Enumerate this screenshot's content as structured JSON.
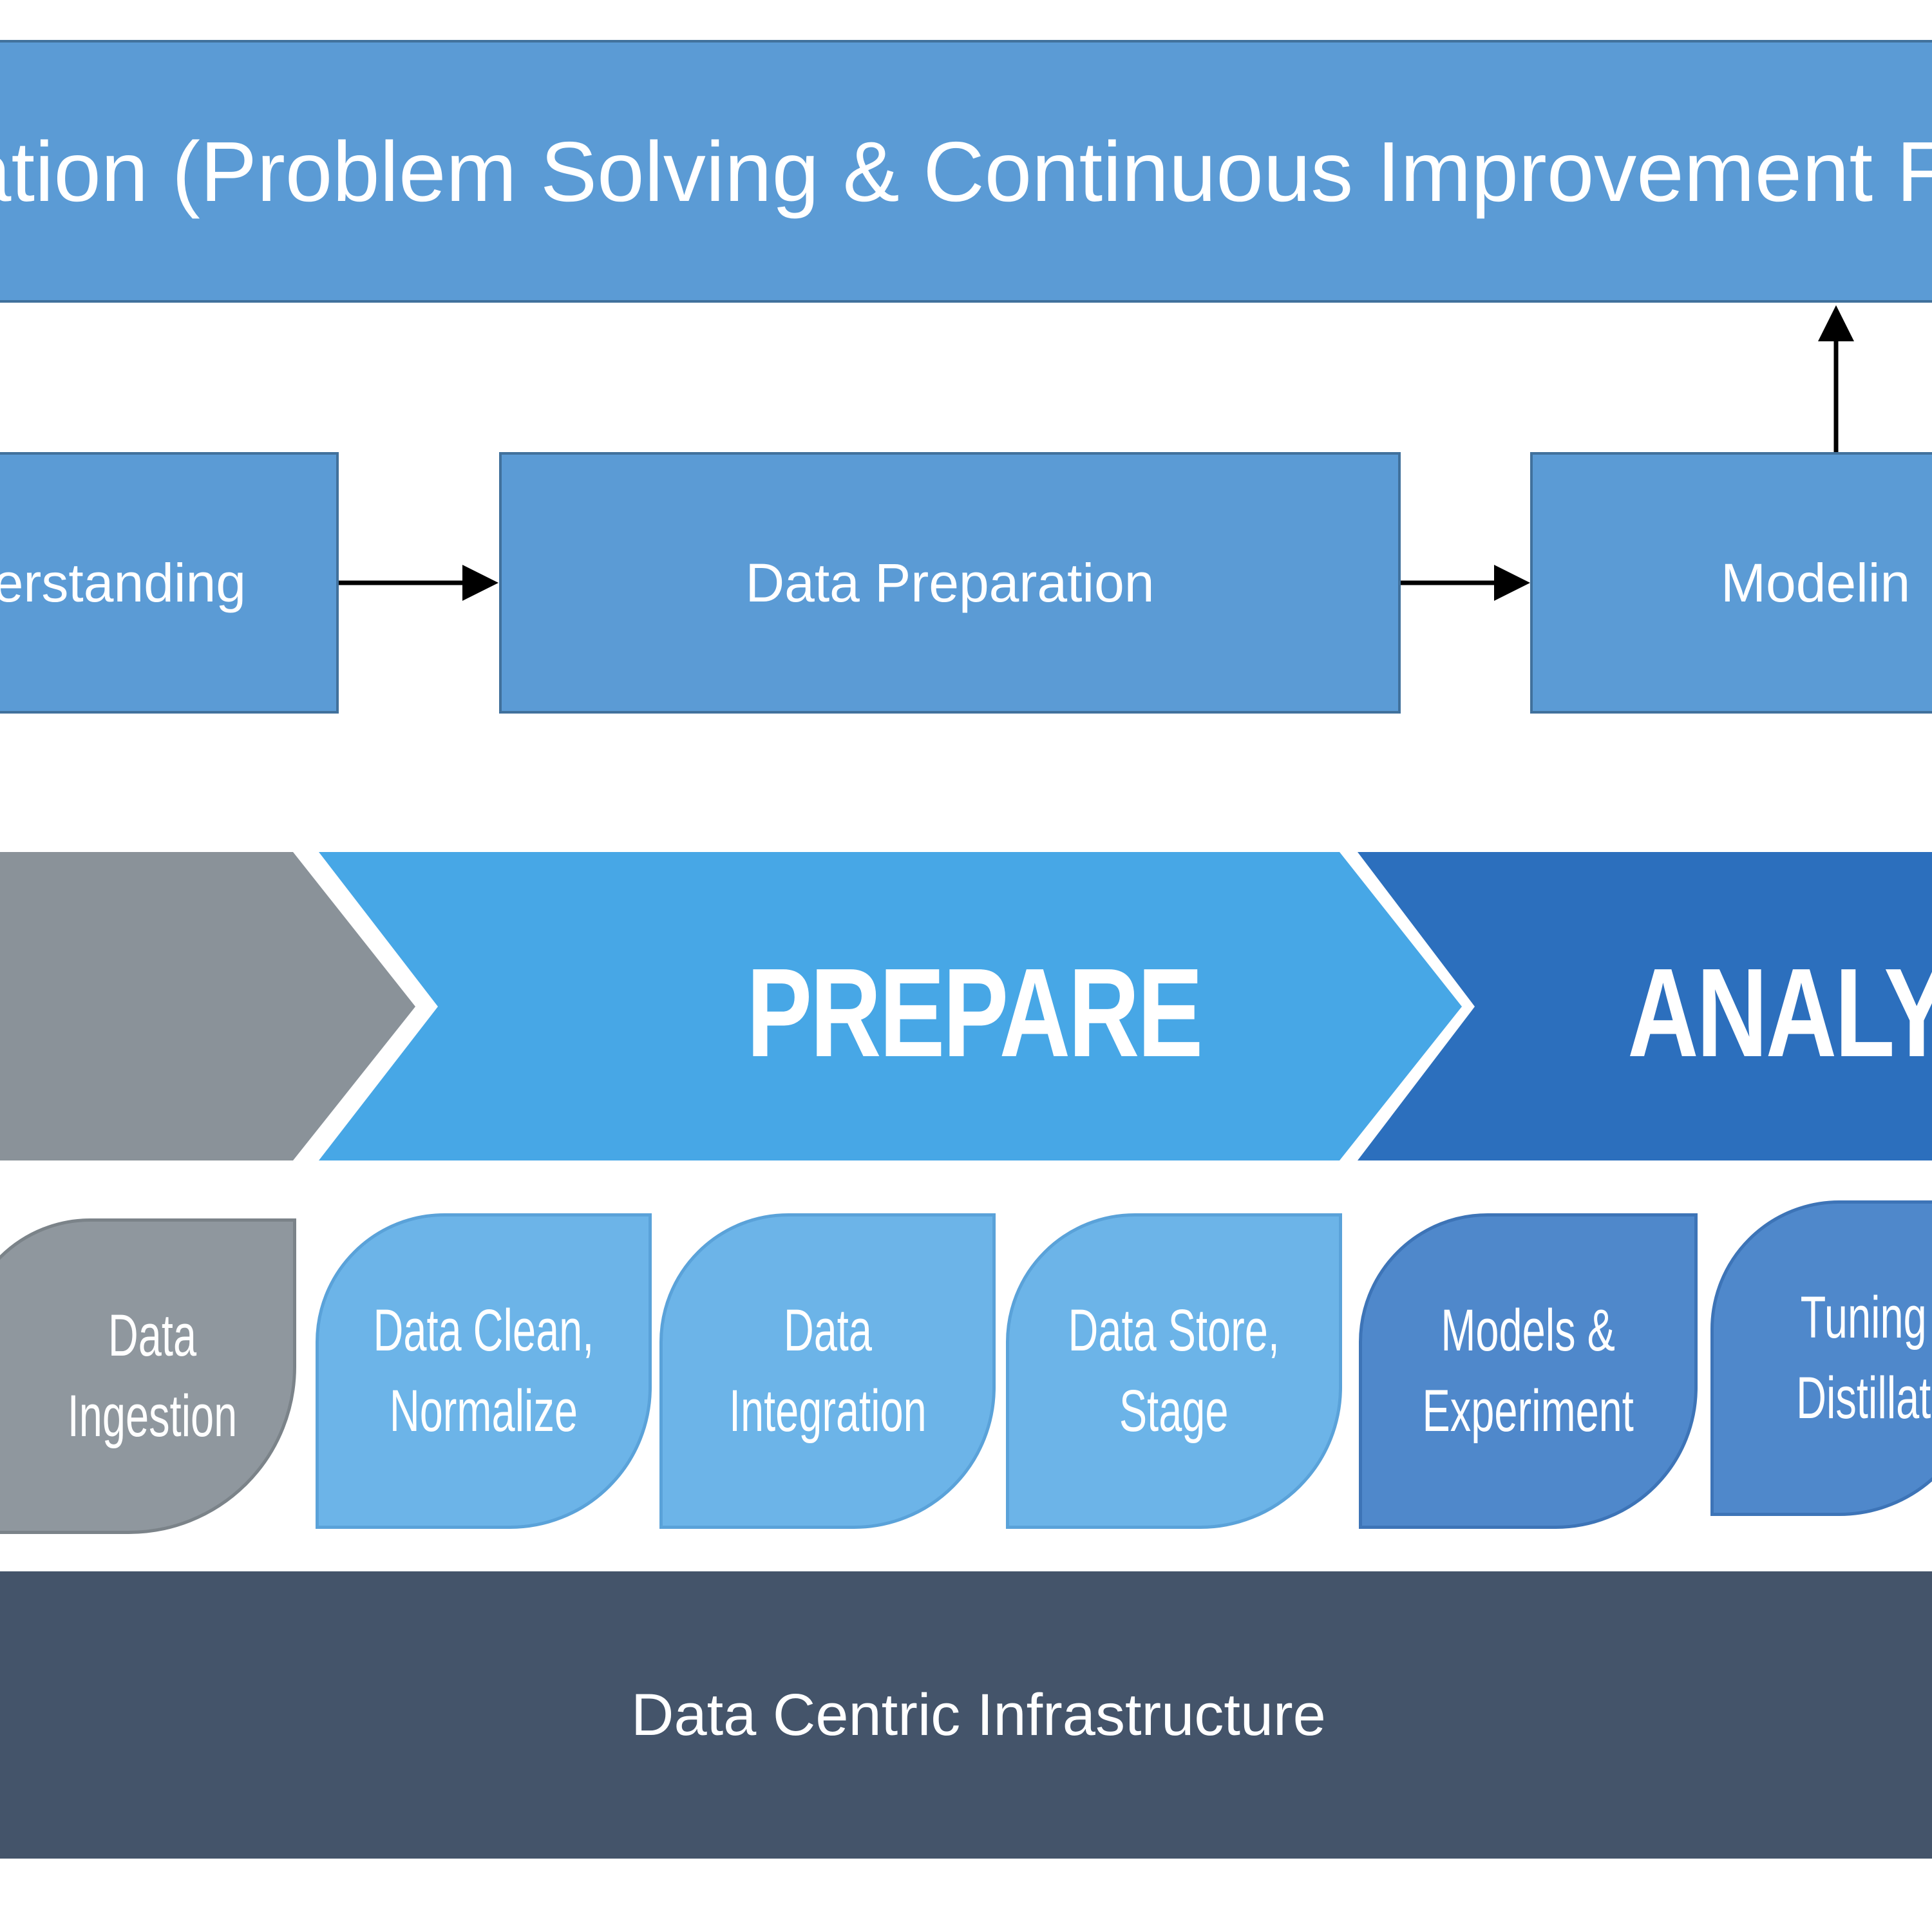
{
  "top_bar": {
    "label": "ation (Problem Solving & Continuous Improvement F"
  },
  "stages": [
    {
      "label": "erstanding"
    },
    {
      "label": "Data Preparation"
    },
    {
      "label": "Modelin"
    }
  ],
  "phases": {
    "prepare": "PREPARE",
    "analyze": "ANALYZE"
  },
  "tiles": [
    {
      "line1": "Data",
      "line2": "Ingestion"
    },
    {
      "line1": "Data Clean,",
      "line2": "Normalize"
    },
    {
      "line1": "Data",
      "line2": "Integration"
    },
    {
      "line1": "Data Store,",
      "line2": "Stage"
    },
    {
      "line1": "Models &",
      "line2": "Experiment"
    },
    {
      "line1": "Tuning",
      "line2": "Distillat"
    }
  ],
  "infrastructure": {
    "label": "Data Centric Infrastructure"
  },
  "colors": {
    "box_fill": "#5b9bd5",
    "box_border": "#41719c",
    "phase_gray": "#8a9299",
    "phase_prepare": "#47a7e6",
    "phase_analyze": "#2c6fbd",
    "tile_gray": "#8f979e",
    "tile_light": "#6cb4e8",
    "tile_dark": "#4f88cb",
    "infrastructure": "#44546a",
    "arrow": "#000000"
  }
}
